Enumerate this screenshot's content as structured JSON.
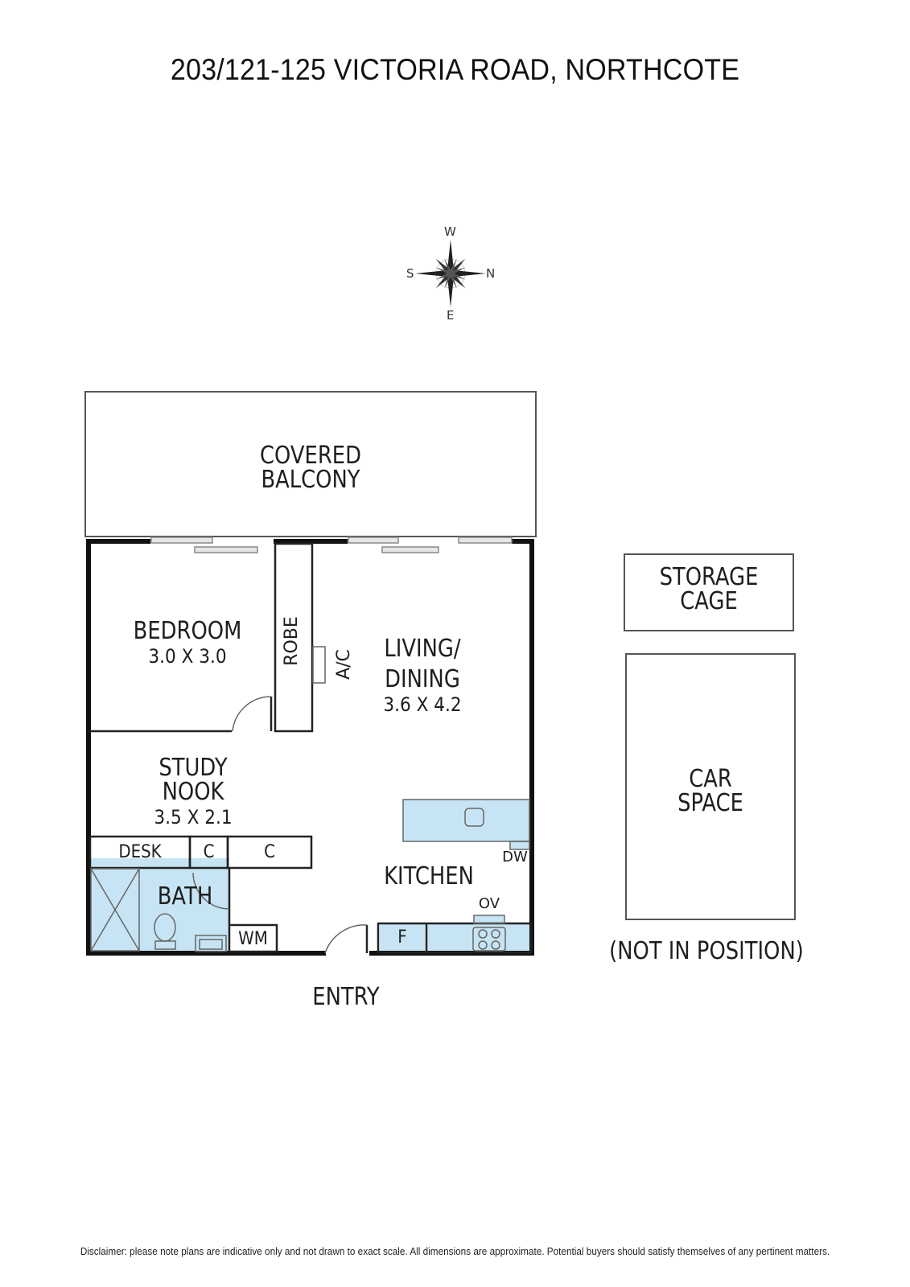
{
  "header": {
    "title": "203/121-125 VICTORIA ROAD, NORTHCOTE"
  },
  "compass": {
    "top": "W",
    "left": "S",
    "right": "N",
    "bottom": "E",
    "icon": "compass-rose-icon"
  },
  "rooms": {
    "balcony": {
      "line1": "COVERED",
      "line2": "BALCONY"
    },
    "bedroom": {
      "name": "BEDROOM",
      "dims": "3.0 X 3.0"
    },
    "robe": {
      "name": "ROBE"
    },
    "ac": {
      "name": "A/C"
    },
    "living": {
      "line1": "LIVING/",
      "line2": "DINING",
      "dims": "3.6 X 4.2"
    },
    "study": {
      "line1": "STUDY",
      "line2": "NOOK",
      "dims": "3.5 X 2.1"
    },
    "desk": {
      "name": "DESK"
    },
    "cupboard1": {
      "name": "C"
    },
    "cupboard2": {
      "name": "C"
    },
    "bath": {
      "name": "BATH"
    },
    "wm": {
      "name": "WM"
    },
    "kitchen": {
      "name": "KITCHEN"
    },
    "dw": {
      "name": "DW"
    },
    "ov": {
      "name": "OV"
    },
    "fridge": {
      "name": "F"
    },
    "entry": {
      "name": "ENTRY"
    }
  },
  "extras": {
    "storage": {
      "line1": "STORAGE",
      "line2": "CAGE"
    },
    "car": {
      "line1": "CAR",
      "line2": "SPACE"
    },
    "note": "(NOT IN POSITION)"
  },
  "colors": {
    "wet_area_fill": "#c6e4f3",
    "wall": "#111111",
    "thin_line": "#555555"
  },
  "footer": {
    "disclaimer": "Disclaimer: please note plans are indicative only and not drawn to exact scale. All dimensions are approximate. Potential buyers should satisfy themselves of any pertinent matters."
  }
}
